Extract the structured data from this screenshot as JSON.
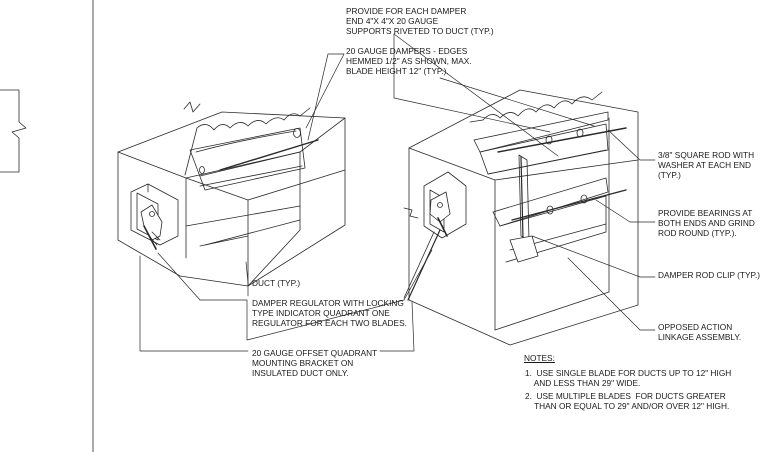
{
  "labels": {
    "supports": [
      "PROVIDE FOR EACH DAMPER",
      "END 4\"X 4\"X 20 GAUGE",
      "SUPPORTS RIVETED TO DUCT (TYP.)"
    ],
    "dampers": [
      "20 GAUGE DAMPERS - EDGES",
      "HEMMED 1/2\" AS SHOWN, MAX.",
      "BLADE HEIGHT 12\" (TYP.)."
    ],
    "rod": [
      "3/8\" SQUARE ROD WITH",
      "WASHER AT EACH END",
      "(TYP.)"
    ],
    "bearings": [
      "PROVIDE BEARINGS AT",
      "BOTH ENDS AND GRIND",
      "ROD ROUND (TYP.)."
    ],
    "clip": [
      "DAMPER ROD CLIP (TYP.)"
    ],
    "linkage": [
      "OPPOSED ACTION",
      "LINKAGE ASSEMBLY."
    ],
    "duct": [
      "DUCT (TYP.)"
    ],
    "regulator": [
      "DAMPER REGULATOR WITH LOCKING",
      "TYPE INDICATOR QUADRANT ONE",
      "REGULATOR FOR EACH TWO BLADES."
    ],
    "bracket": [
      "20 GAUGE OFFSET QUADRANT",
      "MOUNTING BRACKET ON",
      "INSULATED DUCT ONLY."
    ]
  },
  "notes": {
    "title": "NOTES:",
    "items": [
      [
        "1.  USE SINGLE BLADE FOR DUCTS UP TO 12\" HIGH",
        "    AND LESS THAN 29\" WIDE."
      ],
      [
        "2.  USE MULTIPLE BLADES  FOR DUCTS GREATER",
        "    THAN OR EQUAL TO 29\" AND/OR OVER 12\" HIGH."
      ]
    ]
  }
}
